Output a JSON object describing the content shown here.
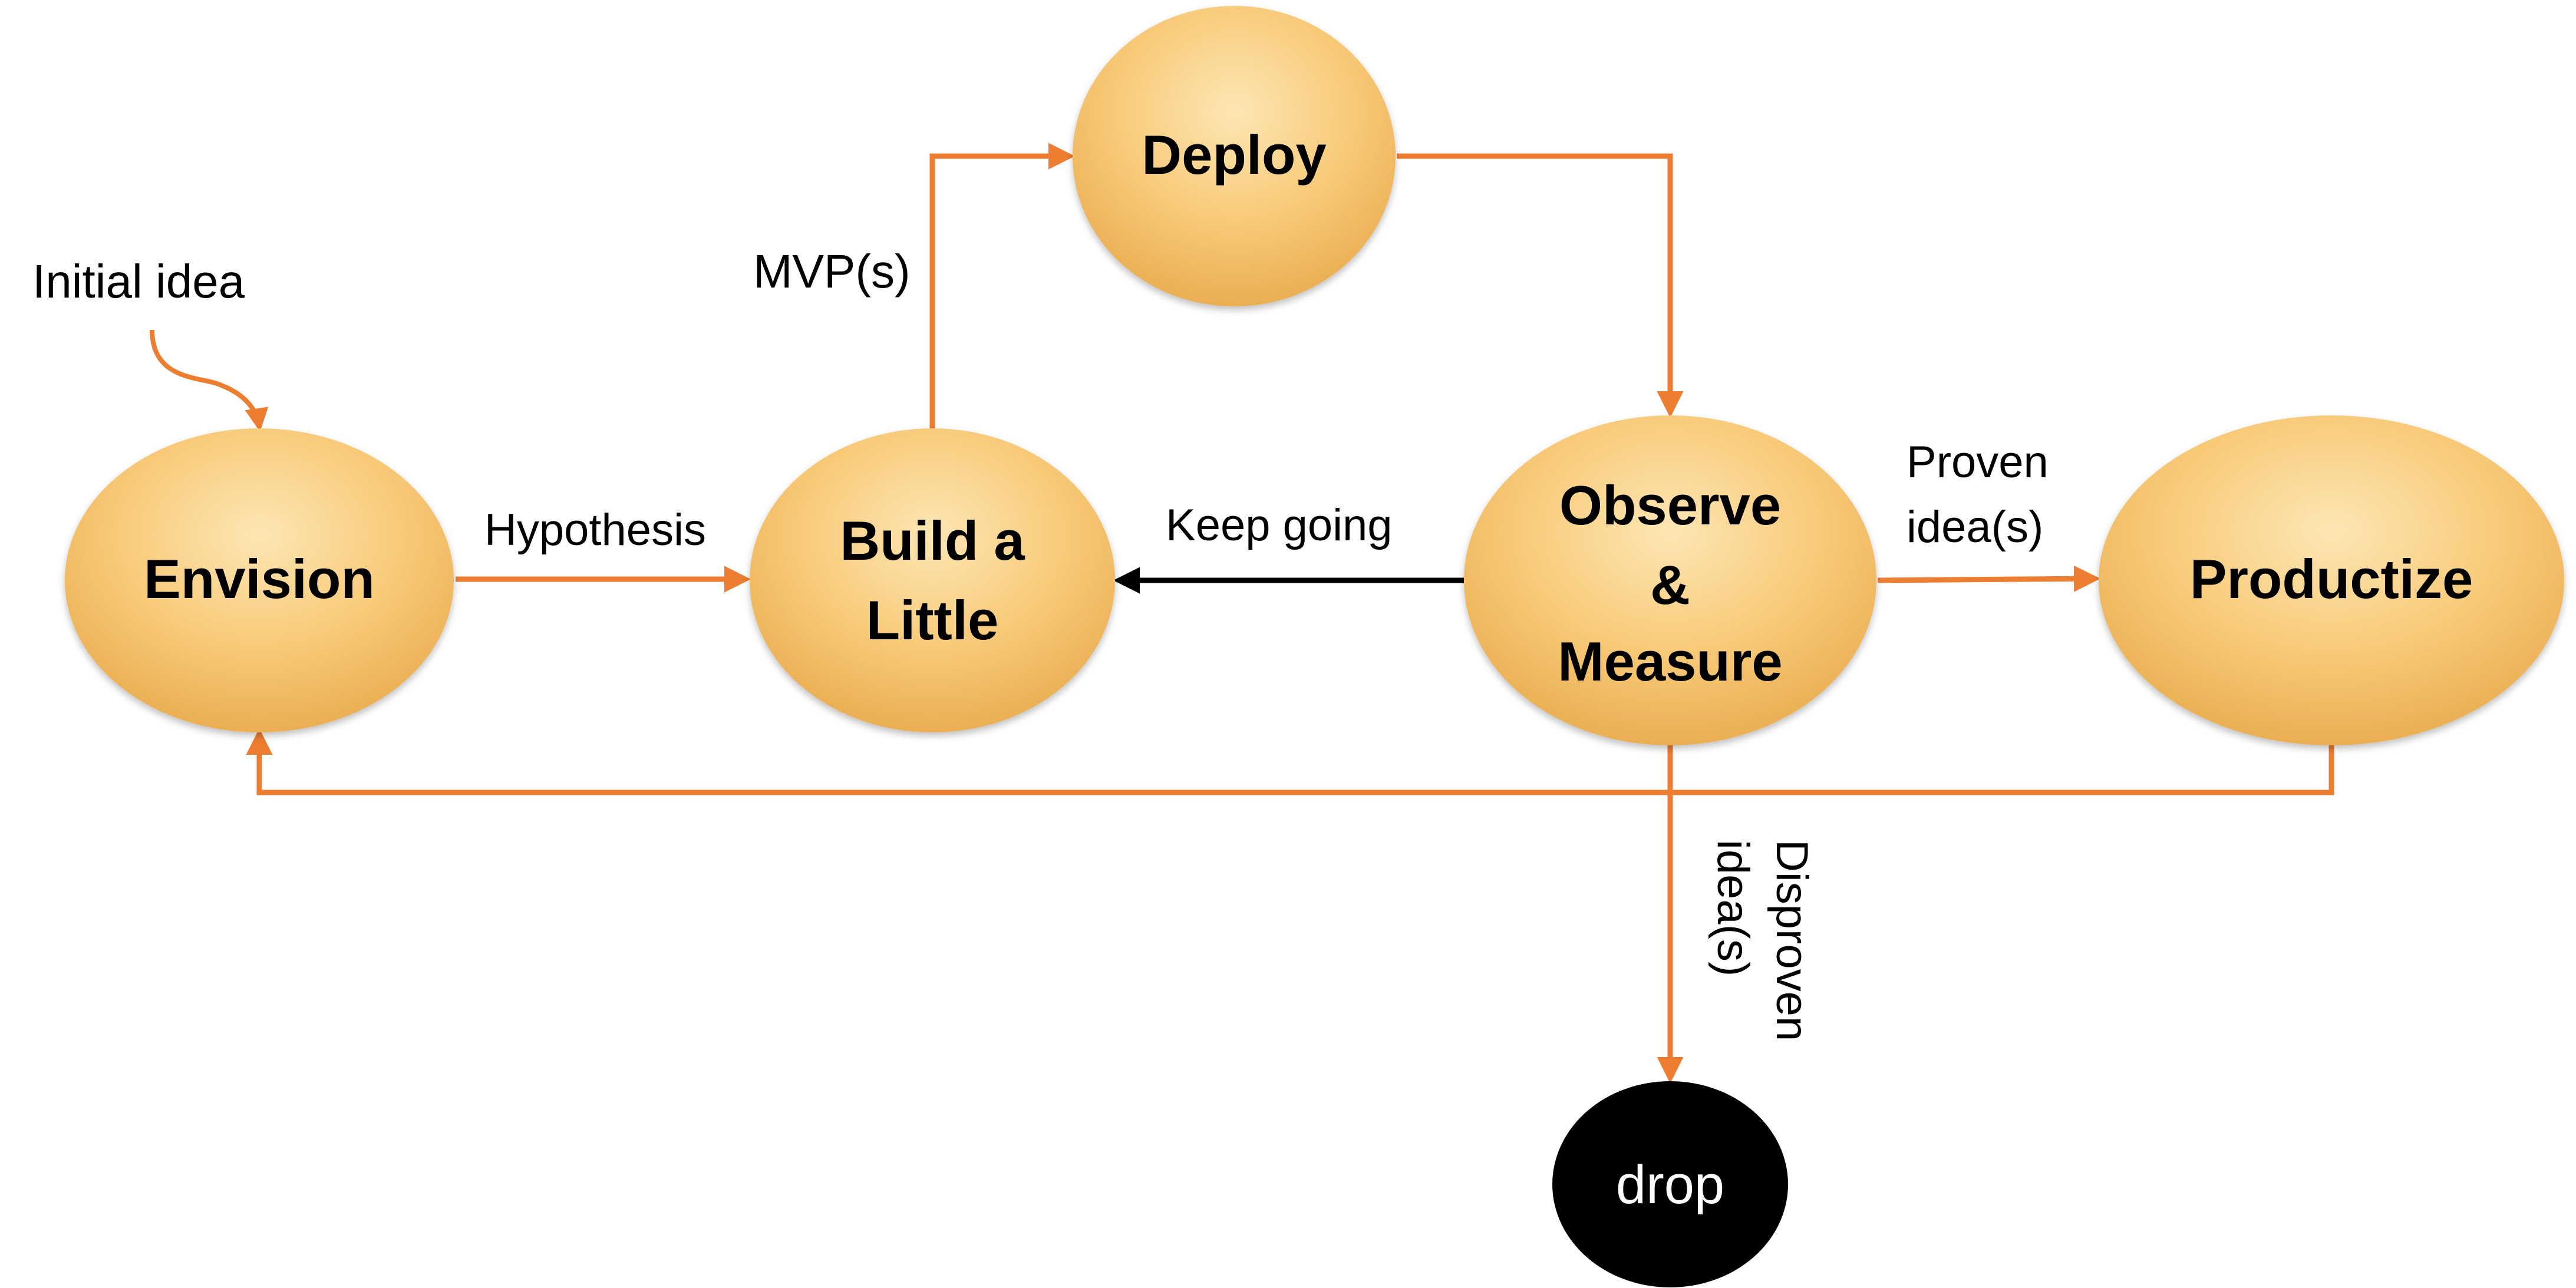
{
  "colors": {
    "node_fill_light": "#FBE0A5",
    "node_fill_mid": "#F7C873",
    "node_fill_dark": "#EAAC4F",
    "arrow_orange": "#ED7D31",
    "arrow_black": "#000000",
    "drop_fill": "#000000",
    "drop_text": "#FFFFFF"
  },
  "nodes": {
    "envision": "Envision",
    "build_line1": "Build a",
    "build_line2": "Little",
    "deploy": "Deploy",
    "observe_line1": "Observe",
    "observe_line2": "&",
    "observe_line3": "Measure",
    "productize": "Productize",
    "drop": "drop"
  },
  "edges": {
    "initial_idea": "Initial idea",
    "hypothesis": "Hypothesis",
    "mvps": "MVP(s)",
    "keep_going": "Keep going",
    "proven_line1": "Proven",
    "proven_line2": "idea(s)",
    "disproven_line1": "Disproven",
    "disproven_line2": "idea(s)"
  }
}
